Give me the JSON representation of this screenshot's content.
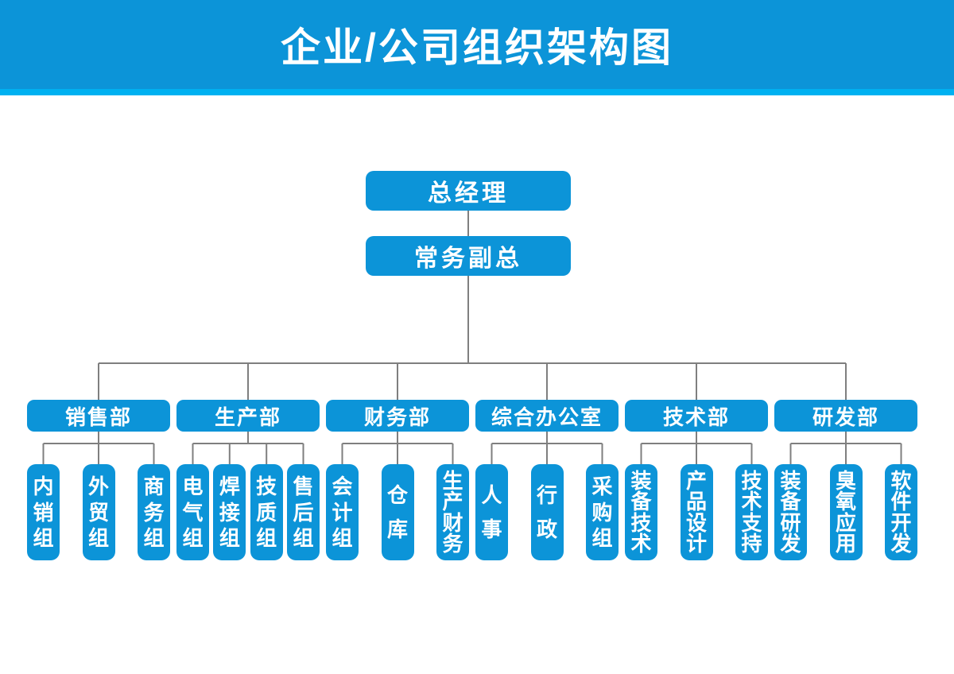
{
  "header": {
    "title": "企业/公司组织架构图"
  },
  "top_nodes": {
    "general_manager": "总经理",
    "executive_deputy": "常务副总"
  },
  "departments": [
    {
      "label": "销售部",
      "children": [
        "内销组",
        "外贸组",
        "商务组"
      ]
    },
    {
      "label": "生产部",
      "children": [
        "电气组",
        "焊接组",
        "技质组",
        "售后组"
      ]
    },
    {
      "label": "财务部",
      "children": [
        "会计组",
        "仓库",
        "生产财务"
      ]
    },
    {
      "label": "综合办公室",
      "children": [
        "人事",
        "行政",
        "采购组"
      ]
    },
    {
      "label": "技术部",
      "children": [
        "装备技术",
        "产品设计",
        "技术支持"
      ]
    },
    {
      "label": "研发部",
      "children": [
        "装备研发",
        "臭氧应用",
        "软件开发"
      ]
    }
  ],
  "colors": {
    "primary": "#0c94d8",
    "accent_strip": "#00b1f1",
    "connector": "#7f7f7f",
    "text": "#ffffff"
  }
}
